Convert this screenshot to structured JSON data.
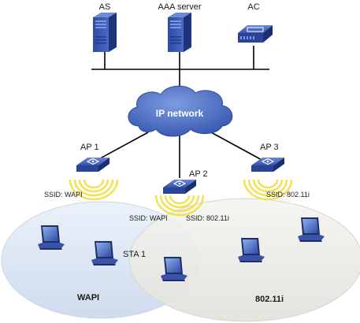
{
  "servers": {
    "as": {
      "label": "AS",
      "icon": "server-tower-icon"
    },
    "aaa": {
      "label": "AAA server",
      "icon": "server-tower-icon"
    },
    "ac": {
      "label": "AC",
      "icon": "access-controller-icon"
    }
  },
  "network": {
    "label": "IP network",
    "icon": "cloud-icon"
  },
  "access_points": [
    {
      "label": "AP 1",
      "ssid": "SSID: WAPI",
      "icon": "access-point-icon"
    },
    {
      "label": "AP 2",
      "ssid_left": "SSID: WAPI",
      "ssid_right": "SSID: 802.11i",
      "icon": "access-point-icon"
    },
    {
      "label": "AP 3",
      "ssid": "SSID: 802.11i",
      "icon": "access-point-icon"
    }
  ],
  "zones": [
    {
      "label": "WAPI"
    },
    {
      "label": "802.11i"
    }
  ],
  "stations": {
    "sta1_label": "STA 1",
    "icon": "laptop-icon"
  },
  "colors": {
    "zone_fill": "#dde8f5",
    "zone_overlap": "#eeeeea",
    "device_blue": "#3a5ab0",
    "device_dark": "#1e3278",
    "cloud_blue": "#4a6fc4",
    "signal_yellow": "#f2e04a",
    "line": "#000000"
  }
}
